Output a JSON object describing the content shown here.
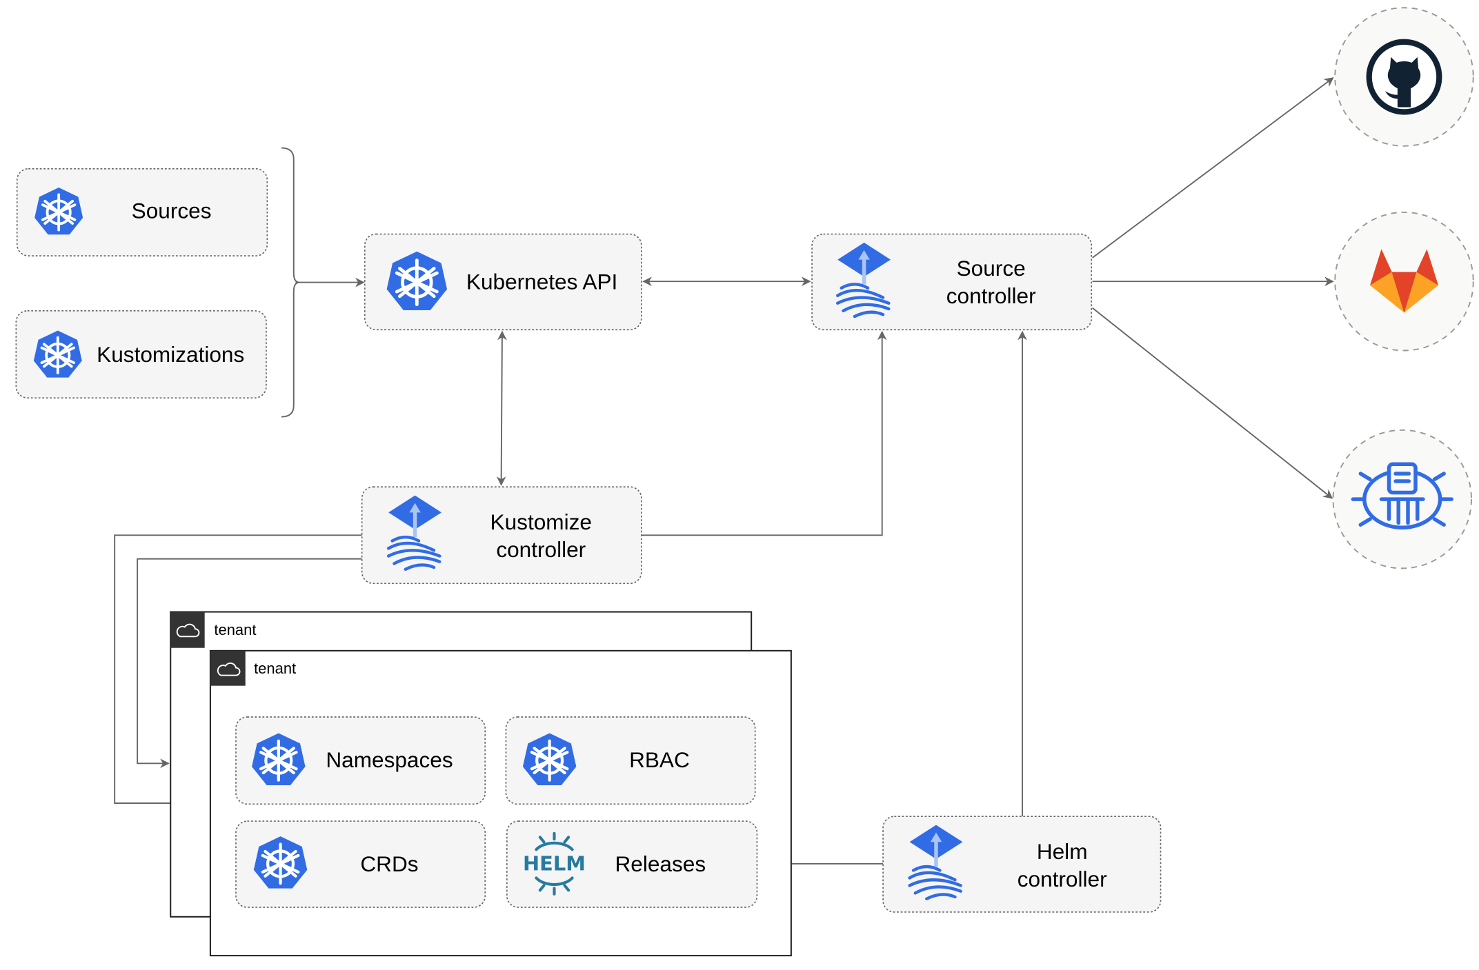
{
  "nodes": {
    "sources": {
      "label": "Sources",
      "icon": "kubernetes-icon"
    },
    "kustomizations": {
      "label": "Kustomizations",
      "icon": "kubernetes-icon"
    },
    "kubernetes_api": {
      "label": "Kubernetes API",
      "icon": "kubernetes-icon"
    },
    "source_controller": {
      "line1": "Source",
      "line2": "controller",
      "icon": "flux-icon"
    },
    "kustomize_controller": {
      "line1": "Kustomize",
      "line2": "controller",
      "icon": "flux-icon"
    },
    "helm_controller": {
      "line1": "Helm",
      "line2": "controller",
      "icon": "flux-icon"
    },
    "namespaces": {
      "label": "Namespaces",
      "icon": "kubernetes-icon"
    },
    "rbac": {
      "label": "RBAC",
      "icon": "kubernetes-icon"
    },
    "crds": {
      "label": "CRDs",
      "icon": "kubernetes-icon"
    },
    "releases": {
      "label": "Releases",
      "icon": "helm-icon",
      "logo_text": "HELM"
    }
  },
  "tenants": [
    {
      "label": "tenant",
      "icon": "cloud-icon"
    },
    {
      "label": "tenant",
      "icon": "cloud-icon"
    }
  ],
  "external": [
    {
      "icon": "github-icon"
    },
    {
      "icon": "gitlab-icon"
    },
    {
      "icon": "bucket-icon"
    }
  ],
  "colors": {
    "kubernetes_blue": "#326ce5",
    "edge": "#666666",
    "github": "#112233",
    "gitlab_red": "#e24329",
    "gitlab_orange": "#fca326",
    "helm": "#277a9f"
  }
}
